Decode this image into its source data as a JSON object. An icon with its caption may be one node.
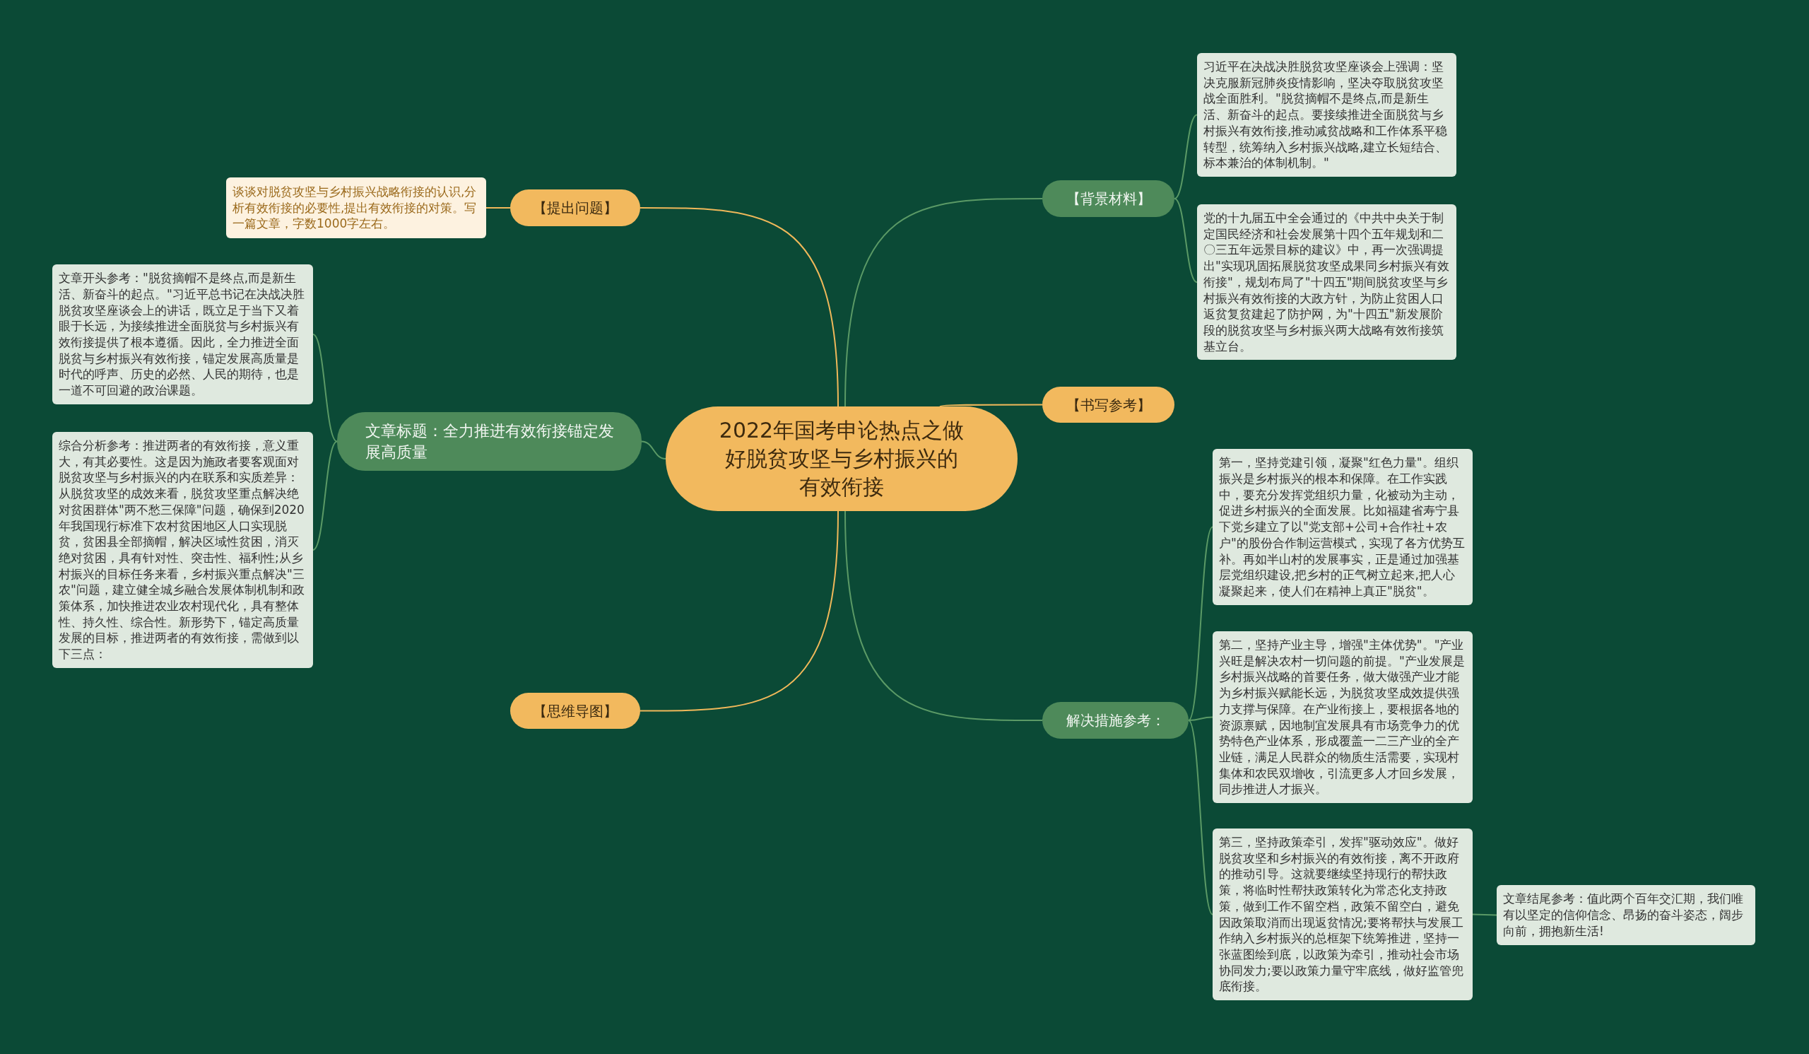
{
  "diagram": {
    "nodes": [
      {
        "text": [
          "2022年国考申论热点之做好脱贫攻坚与乡村振兴的有效衔接"
        ]
      },
      {
        "text": [
          "【提出问题】"
        ]
      },
      {
        "text": [
          "谈谈对脱贫攻坚与乡村振兴战略衔接的认识,分析有效衔接的必要性,提出有效衔接的对策。写一篇文章，字数1000字左右。"
        ]
      },
      {
        "text": [
          "文章标题：全力推进有效衔接锚定发展高质量"
        ]
      },
      {
        "text": [
          "文章开头参考：\"脱贫摘帽不是终点,而是新生活、新奋斗的起点。\"习近平总书记在决战决胜脱贫攻坚座谈会上的讲话，既立足于当下又着眼于长远，为接续推进全面脱贫与乡村振兴有效衔接提供了根本遵循。因此，全力推进全面脱贫与乡村振兴有效衔接，锚定发展高质量是时代的呼声、历史的必然、人民的期待，也是一道不可回避的政治课题。"
        ]
      },
      {
        "text": [
          "综合分析参考：推进两者的有效衔接，意义重大，有其必要性。这是因为施政者要客观面对脱贫攻坚与乡村振兴的内在联系和实质差异：从脱贫攻坚的成效来看，脱贫攻坚重点解决绝对贫困群体\"两不愁三保障\"问题，确保到2020年我国现行标准下农村贫困地区人口实现脱贫，贫困县全部摘帽，解决区域性贫困，消灭绝对贫困，具有针对性、突击性、福利性;从乡村振兴的目标任务来看，乡村振兴重点解决\"三农\"问题，建立健全城乡融合发展体制机制和政策体系，加快推进农业农村现代化，具有整体性、持久性、综合性。新形势下，锚定高质量发展的目标，推进两者的有效衔接，需做到以下三点："
        ]
      },
      {
        "text": [
          "【思维导图】"
        ]
      },
      {
        "text": [
          "【背景材料】"
        ]
      },
      {
        "text": [
          "习近平在决战决胜脱贫攻坚座谈会上强调：坚决克服新冠肺炎疫情影响，坚决夺取脱贫攻坚战全面胜利。\"脱贫摘帽不是终点,而是新生活、新奋斗的起点。要接续推进全面脱贫与乡村振兴有效衔接,推动减贫战略和工作体系平稳转型，统筹纳入乡村振兴战略,建立长短结合、标本兼治的体制机制。\""
        ]
      },
      {
        "text": [
          "党的十九届五中全会通过的《中共中央关于制定国民经济和社会发展第十四个五年规划和二〇三五年远景目标的建议》中，再一次强调提出\"实现巩固拓展脱贫攻坚成果同乡村振兴有效衔接\"，规划布局了\"十四五\"期间脱贫攻坚与乡村振兴有效衔接的大政方针，为防止贫困人口返贫复贫建起了防护网，为\"十四五\"新发展阶段的脱贫攻坚与乡村振兴两大战略有效衔接筑基立台。"
        ]
      },
      {
        "text": [
          "【书写参考】"
        ]
      },
      {
        "text": [
          "解决措施参考："
        ]
      },
      {
        "text": [
          "第一，坚持党建引领，凝聚\"红色力量\"。组织振兴是乡村振兴的根本和保障。在工作实践中，要充分发挥党组织力量，化被动为主动，促进乡村振兴的全面发展。比如福建省寿宁县下党乡建立了以\"党支部+公司+合作社+农户\"的股份合作制运营模式，实现了各方优势互补。再如半山村的发展事实，正是通过加强基层党组织建设,把乡村的正气树立起来,把人心凝聚起来，使人们在精神上真正\"脱贫\"。"
        ]
      },
      {
        "text": [
          "第二，坚持产业主导，增强\"主体优势\"。\"产业兴旺是解决农村一切问题的前提。\"产业发展是乡村振兴战略的首要任务，做大做强产业才能为乡村振兴赋能长远，为脱贫攻坚成效提供强力支撑与保障。在产业衔接上，要根据各地的资源禀赋，因地制宜发展具有市场竞争力的优势特色产业体系，形成覆盖一二三产业的全产业链，满足人民群众的物质生活需要，实现村集体和农民双增收，引流更多人才回乡发展，同步推进人才振兴。"
        ]
      },
      {
        "text": [
          "第三，坚持政策牵引，发挥\"驱动效应\"。做好脱贫攻坚和乡村振兴的有效衔接，离不开政府的推动引导。这就要继续坚持现行的帮扶政策，将临时性帮扶政策转化为常态化支持政策，做到工作不留空档，政策不留空白，避免因政策取消而出现返贫情况;要将帮扶与发展工作纳入乡村振兴的总框架下统筹推进，坚持一张蓝图绘到底，以政策为牵引，推动社会市场协同发力;要以政策力量守牢底线，做好监管兜底衔接。"
        ]
      },
      {
        "text": [
          "文章结尾参考：值此两个百年交汇期，我们唯有以坚定的信仰信念、昂扬的奋斗姿态，阔步向前，拥抱新生活!"
        ]
      }
    ],
    "edges": [
      {
        "from": 0,
        "to": 1,
        "arrow": "none",
        "color": "#f0b85a"
      },
      {
        "from": 1,
        "to": 2,
        "arrow": "none",
        "color": "#f0b85a"
      },
      {
        "from": 0,
        "to": 3,
        "arrow": "none"
      },
      {
        "from": 3,
        "to": 4,
        "arrow": "none"
      },
      {
        "from": 3,
        "to": 5,
        "arrow": "none"
      },
      {
        "from": 0,
        "to": 6,
        "arrow": "none",
        "color": "#f0b85a"
      },
      {
        "from": 0,
        "to": 7,
        "arrow": "none"
      },
      {
        "from": 7,
        "to": 8,
        "arrow": "none"
      },
      {
        "from": 7,
        "to": 9,
        "arrow": "none"
      },
      {
        "from": 0,
        "to": 10,
        "arrow": "none",
        "color": "#f0b85a"
      },
      {
        "from": 0,
        "to": 11,
        "arrow": "none"
      },
      {
        "from": 11,
        "to": 12,
        "arrow": "none"
      },
      {
        "from": 11,
        "to": 13,
        "arrow": "none"
      },
      {
        "from": 11,
        "to": 14,
        "arrow": "none"
      },
      {
        "from": 14,
        "to": 15,
        "arrow": "none"
      }
    ]
  }
}
